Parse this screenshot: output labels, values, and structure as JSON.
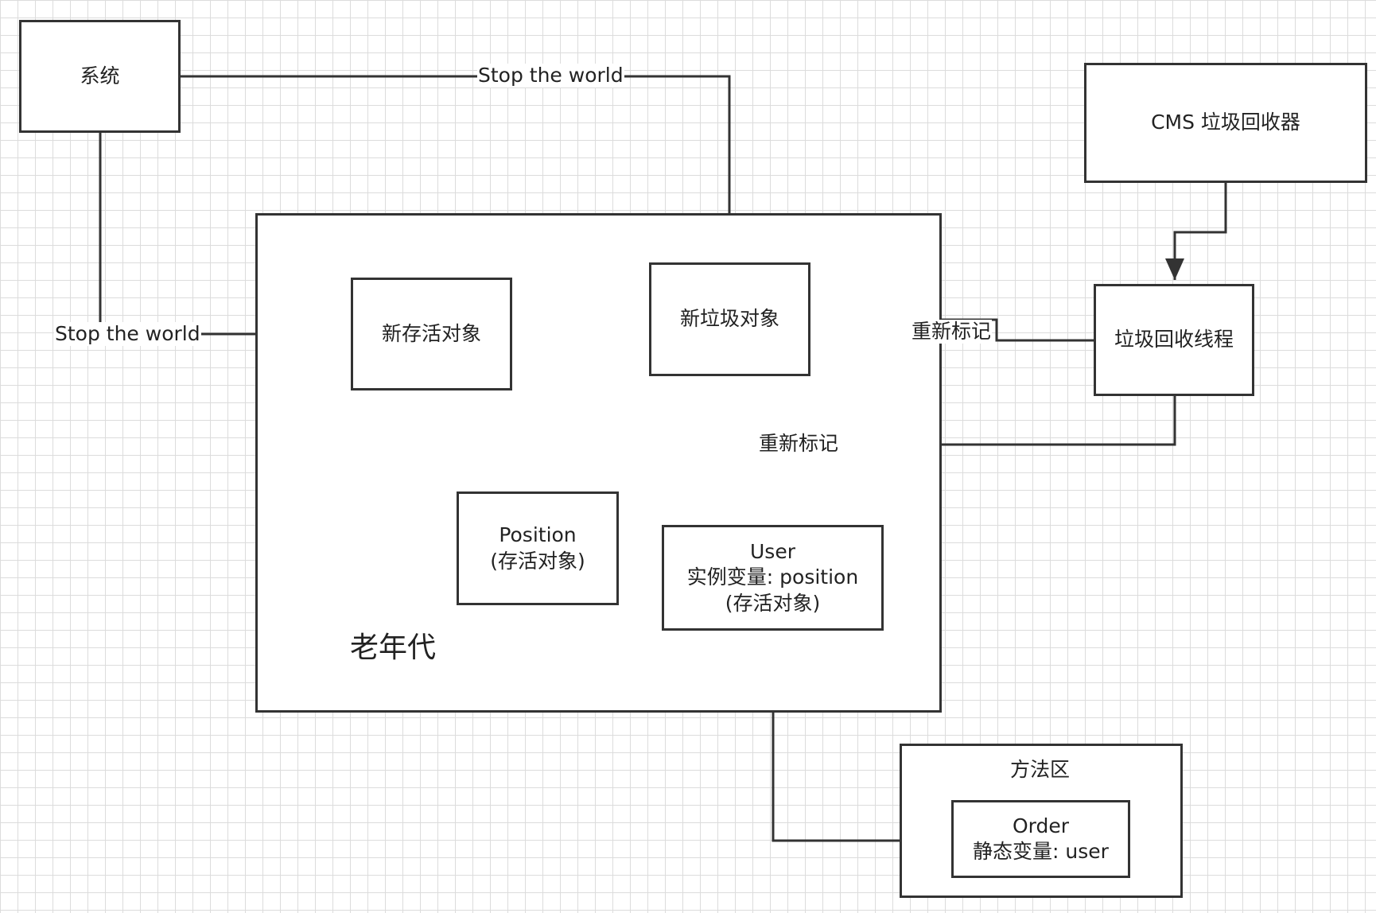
{
  "nodes": {
    "system": "系统",
    "cms_collector": "CMS 垃圾回收器",
    "gc_thread": "垃圾回收线程",
    "new_live_object": "新存活对象",
    "new_garbage_object": "新垃圾对象",
    "old_generation": "老年代",
    "position": {
      "line1": "Position",
      "line2": "(存活对象)"
    },
    "user": {
      "line1": "User",
      "line2": "实例变量: position",
      "line3": "(存活对象)"
    },
    "method_area": "方法区",
    "order": {
      "line1": "Order",
      "line2": "静态变量: user"
    }
  },
  "edges": {
    "stop_world_top": "Stop the world",
    "stop_world_left": "Stop the world",
    "remark_upper": "重新标记",
    "remark_lower": "重新标记"
  },
  "colors": {
    "line": "#333333",
    "grid": "#dcdcdc",
    "background": "#ffffff"
  }
}
